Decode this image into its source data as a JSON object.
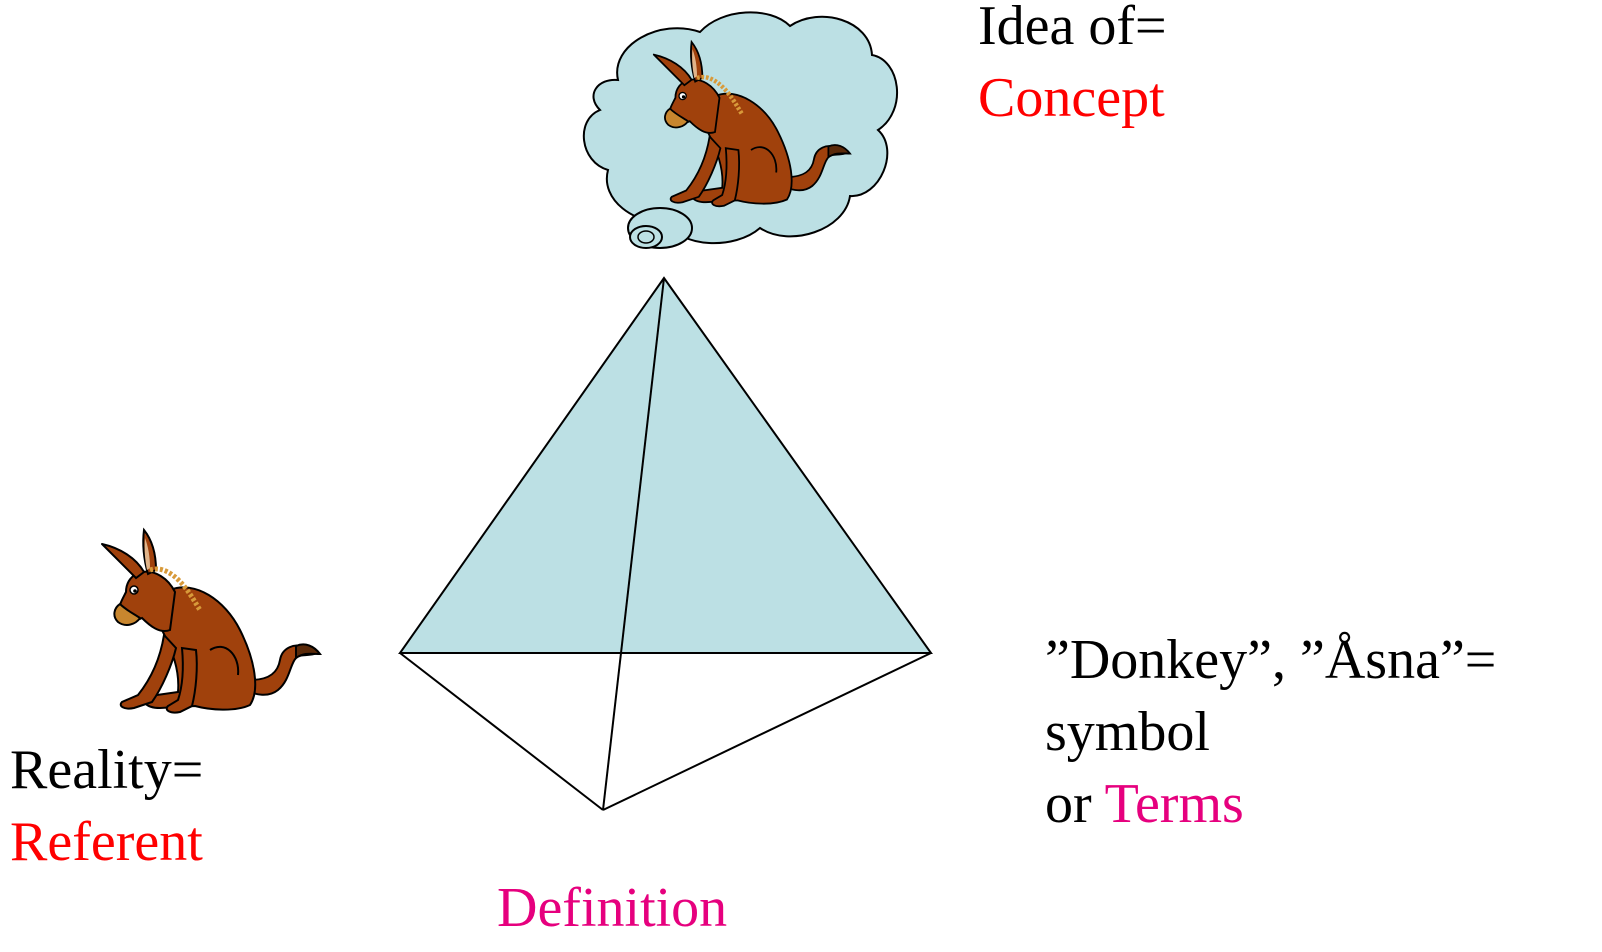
{
  "colors": {
    "red": "#ff0000",
    "pink": "#e6007e",
    "fill": "#bce0e4",
    "donkey_body": "#a0410c",
    "donkey_mane": "#d89a3a"
  },
  "concept": {
    "line1": "Idea of=",
    "line2": "Concept"
  },
  "referent": {
    "line1": "Reality=",
    "line2": "Referent"
  },
  "symbol": {
    "line1": "”Donkey”, ”Åsna”=",
    "line2": "symbol",
    "line3_prefix": "or ",
    "line3_term": "Terms"
  },
  "definition": "Definition",
  "icons": {
    "thought": "thought-cloud-icon",
    "donkey": "donkey-icon"
  }
}
